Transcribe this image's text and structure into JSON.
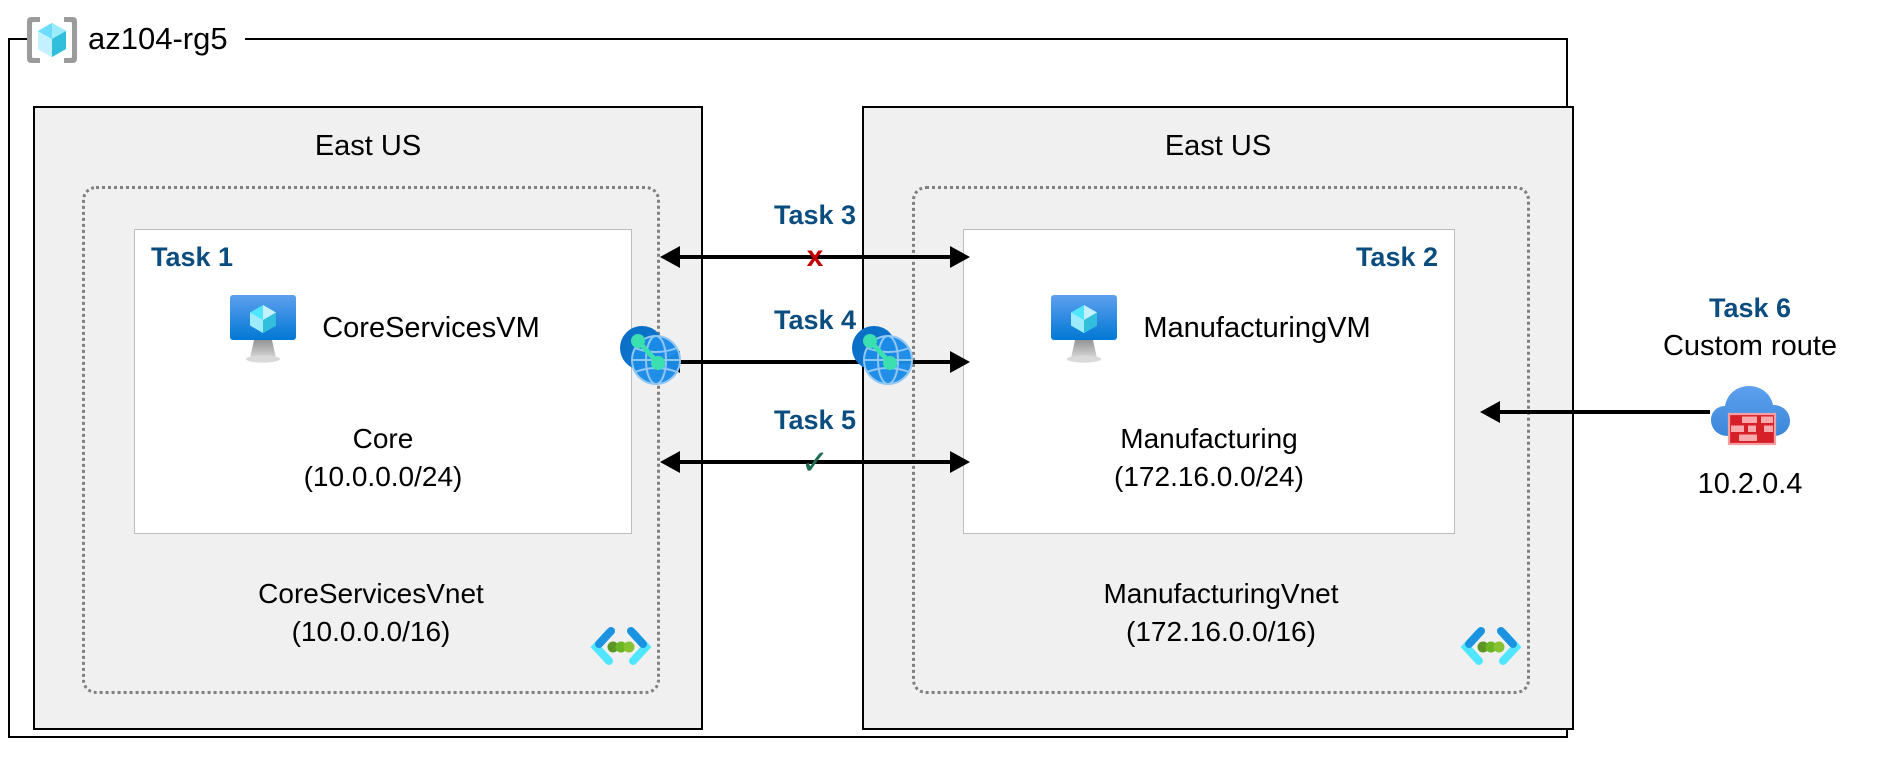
{
  "diagram": {
    "resource_group": {
      "name": "az104-rg5",
      "icon": "azure-resource-group-icon"
    },
    "regions": [
      {
        "label": "East US"
      },
      {
        "label": "East US"
      }
    ],
    "vnets": [
      {
        "name": "CoreServicesVnet",
        "cidr": "(10.0.0.0/16)",
        "icon": "virtual-network-icon",
        "subnet": {
          "task": "Task 1",
          "vm_name": "CoreServicesVM",
          "vm_icon": "virtual-machine-icon",
          "subnet_name": "Core",
          "subnet_cidr": "(10.0.0.0/24)"
        }
      },
      {
        "name": "ManufacturingVnet",
        "cidr": "(172.16.0.0/16)",
        "icon": "virtual-network-icon",
        "subnet": {
          "task": "Task 2",
          "vm_name": "ManufacturingVM",
          "vm_icon": "virtual-machine-icon",
          "subnet_name": "Manufacturing",
          "subnet_cidr": "(172.16.0.0/24)"
        }
      }
    ],
    "connections": [
      {
        "label": "Task 3",
        "mark": "x",
        "mark_kind": "cross"
      },
      {
        "label": "Task 4",
        "mark": "",
        "mark_kind": "none"
      },
      {
        "label": "Task 5",
        "mark": "✓",
        "mark_kind": "check"
      }
    ],
    "peering": {
      "left_icon": "vnet-peering-icon",
      "right_icon": "vnet-peering-icon"
    },
    "task6": {
      "title": "Task 6",
      "subtitle": "Custom route",
      "icon": "azure-firewall-icon",
      "ip": "10.2.0.4"
    },
    "colors": {
      "task_label": "#0c4d7f",
      "cross": "#c00000",
      "check": "#1d6b52",
      "region_bg": "#f0f0f0",
      "vnet_border": "#808080",
      "subnet_border": "#bdbdbd",
      "azure_blue": "#0f7ad4",
      "cyan": "#50e6ff",
      "firewall_red": "#d62027"
    }
  }
}
